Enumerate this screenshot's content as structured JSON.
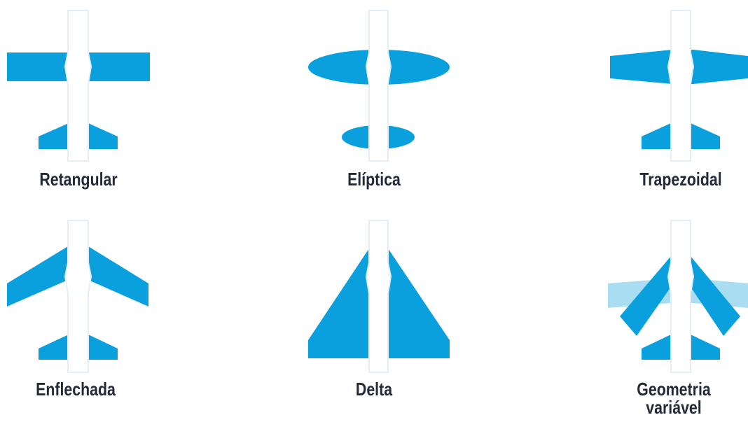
{
  "colors": {
    "wing": "#0aa0de",
    "wing_alt": "#a9def2",
    "fuselage_fill": "#ffffff",
    "fuselage_stroke": "#e4eff5",
    "text": "#222a38"
  },
  "icons": [
    "rectangular-wing-plane-icon",
    "elliptical-wing-plane-icon",
    "trapezoidal-wing-plane-icon",
    "swept-wing-plane-icon",
    "delta-wing-plane-icon",
    "variable-geometry-wing-plane-icon"
  ],
  "wing_types": [
    {
      "label": "Retangular"
    },
    {
      "label": "Elíptica"
    },
    {
      "label": "Trapezoidal"
    },
    {
      "label": "Enflechada"
    },
    {
      "label": "Delta"
    },
    {
      "label_line1": "Geometria",
      "label_line2": "variável"
    }
  ]
}
